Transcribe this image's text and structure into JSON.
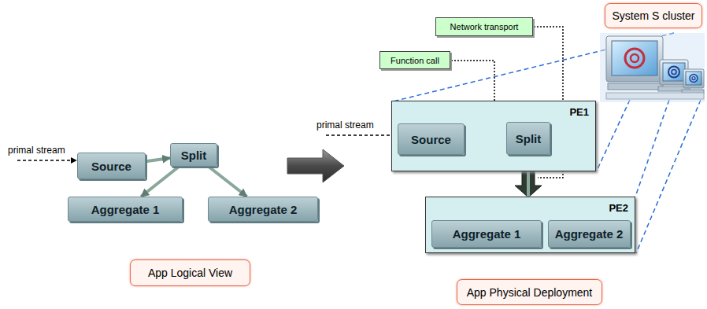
{
  "diagram": {
    "nodes": [
      {
        "text": [
          "Source"
        ]
      },
      {
        "text": [
          "Split"
        ]
      },
      {
        "text": [
          "Aggregate 1"
        ]
      },
      {
        "text": [
          "Aggregate 2"
        ]
      },
      {
        "text": [
          "App Logical View"
        ]
      },
      {
        "text": [
          "System S cluster"
        ]
      },
      {
        "text": [
          "Network transport"
        ]
      },
      {
        "text": [
          "Function call"
        ]
      },
      {
        "text": [
          "PE1"
        ]
      },
      {
        "text": [
          "Source"
        ],
        "in": 8
      },
      {
        "text": [
          "Split"
        ],
        "in": 8
      },
      {
        "text": [
          "PE2"
        ]
      },
      {
        "text": [
          "Aggregate 1"
        ],
        "in": 11
      },
      {
        "text": [
          "Aggregate 2"
        ],
        "in": 11
      },
      {
        "text": [
          "App Physical Deployment"
        ]
      }
    ],
    "edges": [
      {
        "from": 0,
        "to": 1,
        "arrow": "to"
      },
      {
        "from": 1,
        "to": 2,
        "arrow": "to"
      },
      {
        "from": 1,
        "to": 3,
        "arrow": "to"
      },
      {
        "from": 9,
        "to": 10,
        "arrow": "to"
      },
      {
        "from": 10,
        "to": 12,
        "arrow": "to"
      },
      {
        "from": 10,
        "to": 13,
        "arrow": "to"
      }
    ],
    "labels": [
      "primal stream",
      "primal stream"
    ]
  }
}
